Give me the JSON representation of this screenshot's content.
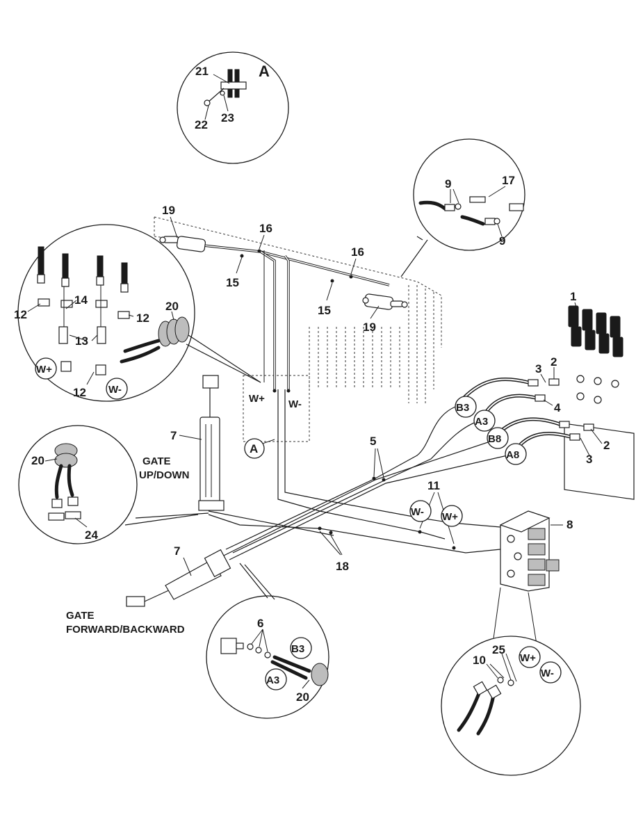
{
  "detail_a": {
    "letter": "A",
    "labels": [
      "21",
      "22",
      "23"
    ]
  },
  "main_labels": {
    "n19_left": "19",
    "n16_left": "16",
    "n15_left": "15",
    "n16_right": "16",
    "n15_right": "15",
    "n19_right": "19",
    "n1": "1",
    "n3_top": "3",
    "n2_top": "2",
    "n4": "4",
    "n2_right": "2",
    "n3_right": "3",
    "n5": "5",
    "n11": "11",
    "n8": "8",
    "n18": "18",
    "n7_upper": "7",
    "n7_lower": "7",
    "wplus_main": "W+",
    "wminus_main": "W-",
    "a_tag": "A"
  },
  "port_tags": {
    "b3": "B3",
    "a3": "A3",
    "b8": "B8",
    "a8": "A8",
    "wminus": "W-",
    "wplus": "W+"
  },
  "text_labels": {
    "gate_updown_1": "GATE",
    "gate_updown_2": "UP/DOWN",
    "gate_fb_1": "GATE",
    "gate_fb_2": "FORWARD/BACKWARD"
  },
  "detail_fittings_top": {
    "n9a": "9",
    "n17": "17",
    "n9b": "9"
  },
  "detail_left": {
    "n12a": "12",
    "n14": "14",
    "n12b": "12",
    "n13": "13",
    "n12c": "12",
    "n20": "20",
    "wplus": "W+",
    "wminus": "W-"
  },
  "detail_gate_cyl": {
    "n20": "20",
    "n24": "24"
  },
  "detail_bottom_center": {
    "n6": "6",
    "b3": "B3",
    "a3": "A3",
    "n20": "20"
  },
  "detail_bottom_right": {
    "n10": "10",
    "n25": "25",
    "wplus": "W+",
    "wminus": "W-"
  }
}
